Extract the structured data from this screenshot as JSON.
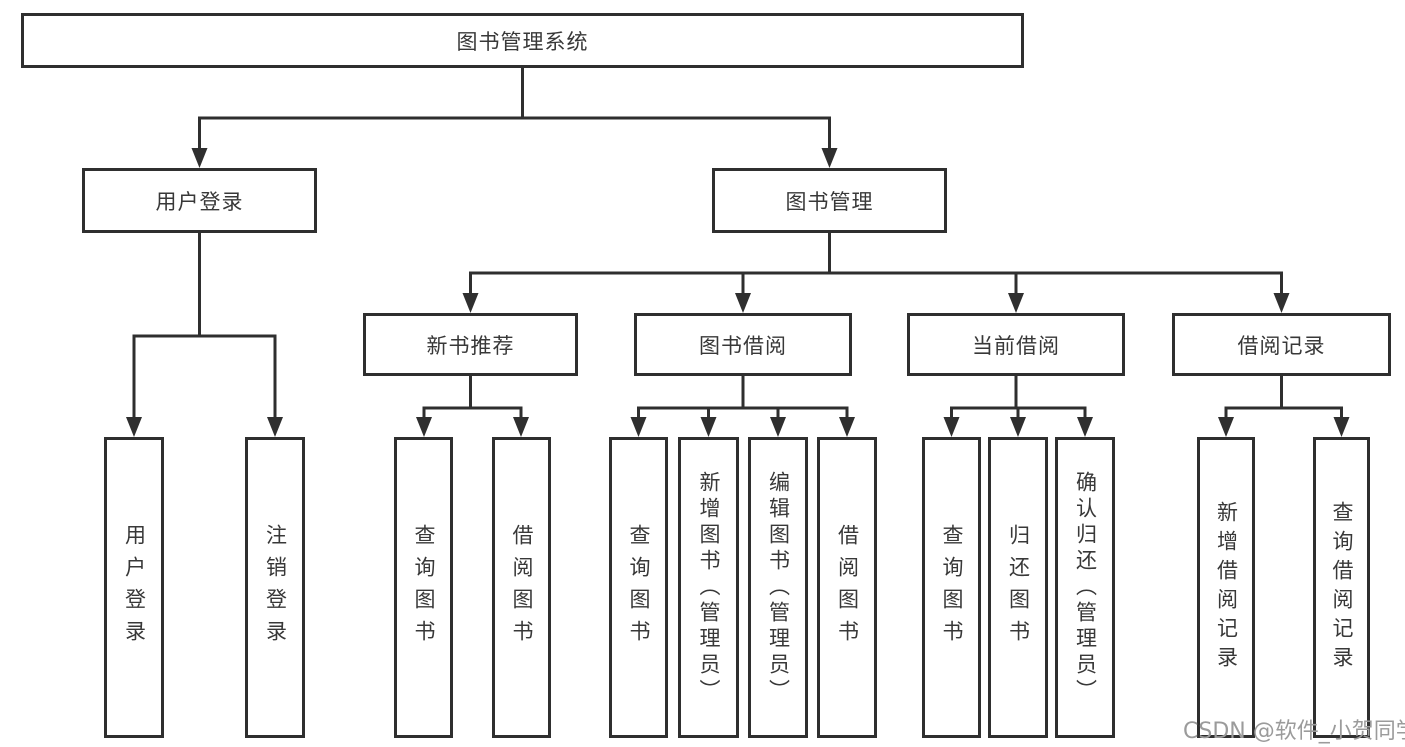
{
  "diagram": {
    "root": "图书管理系统",
    "branches": [
      {
        "label": "用户登录",
        "children": [
          "用户登录",
          "注销登录"
        ]
      },
      {
        "label": "图书管理",
        "sections": [
          {
            "label": "新书推荐",
            "children": [
              "查询图书",
              "借阅图书"
            ]
          },
          {
            "label": "图书借阅",
            "children": [
              "查询图书",
              "新增图书（管理员）",
              "编辑图书（管理员）",
              "借阅图书"
            ]
          },
          {
            "label": "当前借阅",
            "children": [
              "查询图书",
              "归还图书",
              "确认归还（管理员）"
            ]
          },
          {
            "label": "借阅记录",
            "children": [
              "新增借阅记录",
              "查询借阅记录"
            ]
          }
        ]
      }
    ]
  },
  "watermark": "CSDN @软件_小贺同学",
  "colors": {
    "line": "#2f2f2f",
    "border": "#2f2f2f",
    "text": "#383838",
    "watermark": "#9b9b9b",
    "background": "#ffffff"
  }
}
